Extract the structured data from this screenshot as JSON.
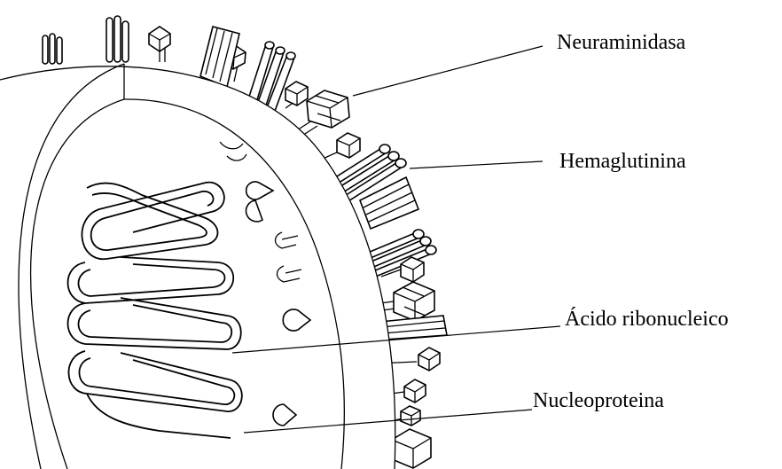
{
  "labels": {
    "neuraminidasa": "Neuraminidasa",
    "hemaglutinina": "Hemaglutinina",
    "acido_ribonucleico": "Ácido ribonucleico",
    "nucleoproteina": "Nucleoproteina"
  }
}
